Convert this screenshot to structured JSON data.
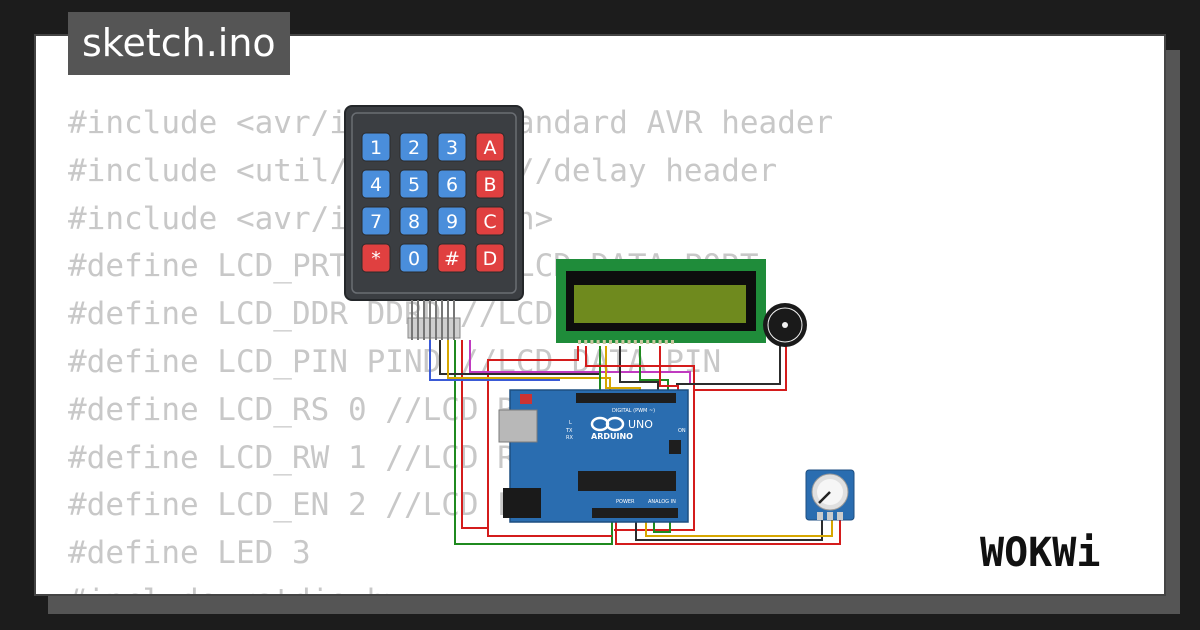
{
  "file_tab": {
    "title": "sketch.ino"
  },
  "code_lines": [
    "#include <avr/io.h> //standard AVR header",
    "#include <util/delay.h> //delay header",
    "#include <avr/interrupt.h>",
    "#define LCD_PRT PORTD //LCD DATA PORT",
    "#define LCD_DDR DDRD //LCD DATA DDR",
    "#define LCD_PIN PIND //LCD DATA PIN",
    "#define LCD_RS 0 //LCD RS",
    "#define LCD_RW 1 //LCD RW",
    "#define LCD_EN 2 //LCD EN",
    "#define LED 3",
    "#include <stdio.h>"
  ],
  "keypad": {
    "keys": [
      "1",
      "2",
      "3",
      "A",
      "4",
      "5",
      "6",
      "B",
      "7",
      "8",
      "9",
      "C",
      "*",
      "0",
      "#",
      "D"
    ]
  },
  "arduino": {
    "brand": "ARDUINO",
    "model": "UNO",
    "digital_label": "DIGITAL (PWM ~)",
    "power_label": "POWER",
    "analog_label": "ANALOG IN",
    "on_label": "ON",
    "l_label": "L",
    "tx_label": "TX",
    "rx_label": "RX"
  },
  "brand_logo": "WOKWi",
  "colors": {
    "background": "#1c1c1c",
    "card": "#ffffff",
    "tab": "#555555",
    "code_text": "#c8c8c8",
    "key_blue": "#4a8edb",
    "key_red": "#e04040",
    "keypad_body": "#3b3e42",
    "lcd_frame": "#1f8c3a",
    "lcd_screen": "#6f8a1e",
    "arduino_blue": "#2a6db0",
    "wire_red": "#d41c1c",
    "wire_green": "#1f8a1f"
  },
  "icons": [
    "buzzer-icon",
    "potentiometer-icon",
    "infinity-logo-icon"
  ]
}
